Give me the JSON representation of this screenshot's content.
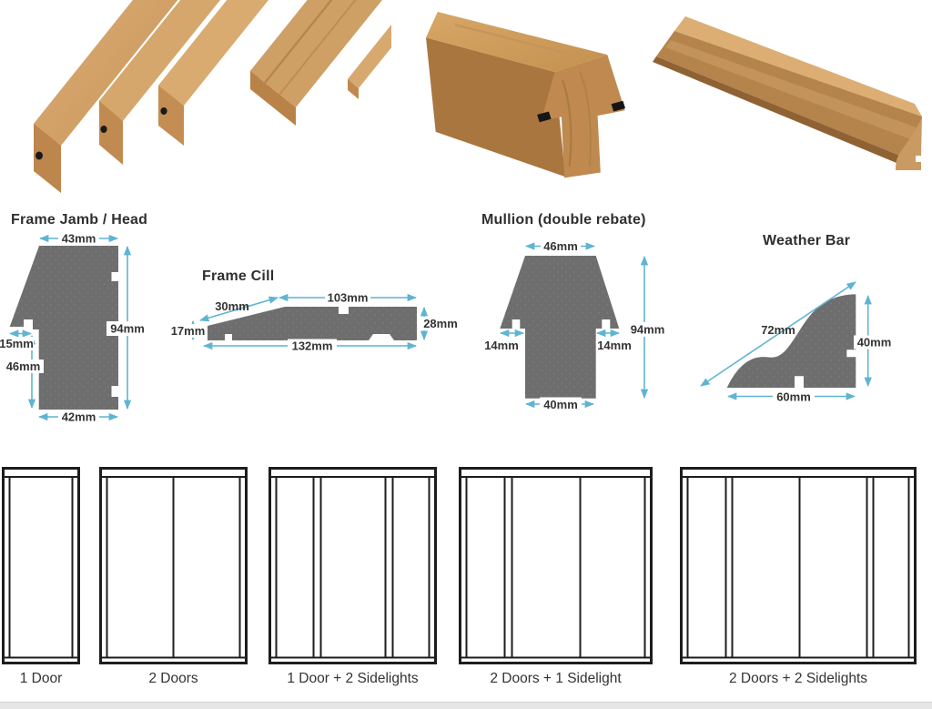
{
  "colors": {
    "profile_fill": "#6e6e6e",
    "profile_dot": "#7c7c7c",
    "dimension_line": "#5fb4d2",
    "heading_text": "#2f2f2f",
    "frame_line": "#1d1d1d",
    "label_text": "#333333"
  },
  "photos": [
    {
      "name": "timber-bundle-photo"
    },
    {
      "name": "mullion-profile-photo"
    },
    {
      "name": "weather-bar-photo"
    }
  ],
  "profiles": {
    "frame_jamb": {
      "title": "Frame Jamb / Head",
      "dims": {
        "top": "43mm",
        "height": "94mm",
        "rebate": "15mm",
        "lower_left": "46mm",
        "bottom": "42mm"
      }
    },
    "frame_cill": {
      "title": "Frame Cill",
      "dims": {
        "slope": "30mm",
        "top": "103mm",
        "left": "17mm",
        "right": "28mm",
        "bottom": "132mm"
      }
    },
    "mullion": {
      "title": "Mullion (double rebate)",
      "dims": {
        "top": "46mm",
        "left_rebate": "14mm",
        "right_rebate": "14mm",
        "height": "94mm",
        "bottom": "40mm"
      }
    },
    "weather_bar": {
      "title": "Weather Bar",
      "dims": {
        "slope": "72mm",
        "height": "40mm",
        "bottom": "60mm"
      }
    }
  },
  "configurations": [
    {
      "label": "1 Door"
    },
    {
      "label": "2 Doors"
    },
    {
      "label": "1 Door + 2 Sidelights"
    },
    {
      "label": "2 Doors + 1 Sidelight"
    },
    {
      "label": "2 Doors + 2 Sidelights"
    }
  ]
}
